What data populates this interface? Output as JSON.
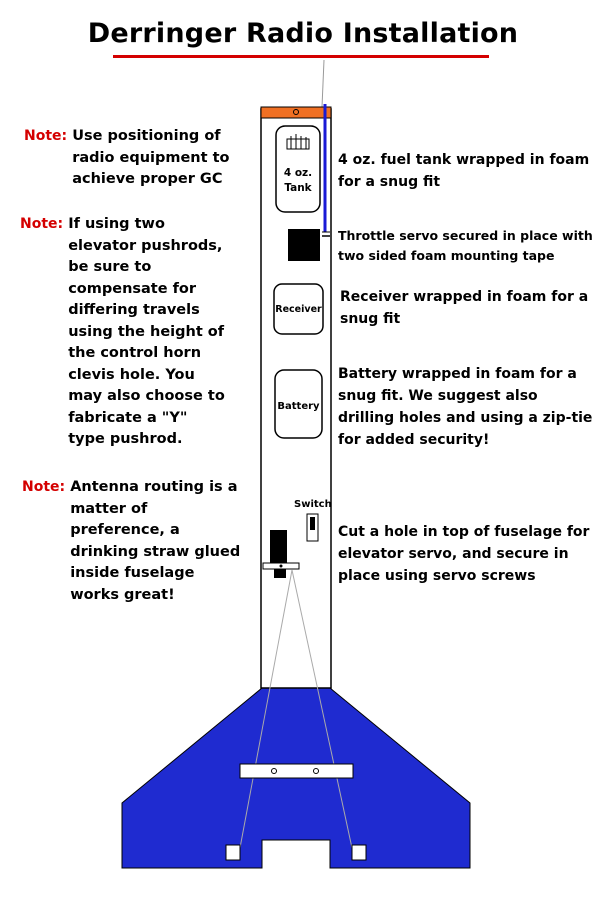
{
  "title": "Derringer Radio Installation",
  "colors": {
    "title_underline": "#d40000",
    "note_label": "#d40000",
    "wing_fill": "#1f2bd0",
    "nose_cap": "#f07024",
    "throttle_pushrod": "#1a1ad6"
  },
  "notes": [
    {
      "label": "Note:",
      "lines": [
        "Use positioning of",
        "radio equipment to",
        "achieve proper GC"
      ]
    },
    {
      "label": "Note:",
      "lines": [
        "If using two",
        "elevator pushrods,",
        "be sure to",
        "compensate for",
        "differing travels",
        "using the height of",
        "the control horn",
        "clevis hole. You",
        "may also choose to",
        "fabricate a \"Y\"",
        "type pushrod."
      ]
    },
    {
      "label": "Note:",
      "lines": [
        "Antenna routing is a",
        "matter of",
        "preference, a",
        "drinking straw glued",
        "inside fuselage",
        "works great!"
      ]
    }
  ],
  "descriptions": {
    "tank": [
      "4 oz. fuel tank wrapped in foam",
      "for a snug fit"
    ],
    "throttle": [
      "Throttle servo secured in place with",
      "two sided foam mounting tape"
    ],
    "receiver": [
      "Receiver wrapped in foam for a",
      "snug fit"
    ],
    "battery": [
      "Battery wrapped in foam for a",
      "snug fit.  We suggest also",
      "drilling holes and using a zip-tie",
      "for added security!"
    ],
    "elevator": [
      "Cut a hole in top of fuselage for",
      "elevator servo, and secure in",
      "place using servo screws"
    ]
  },
  "components": {
    "tank_label_line1": "4 oz.",
    "tank_label_line2": "Tank",
    "receiver_label": "Receiver",
    "battery_label": "Battery",
    "switch_label": "Switch"
  }
}
